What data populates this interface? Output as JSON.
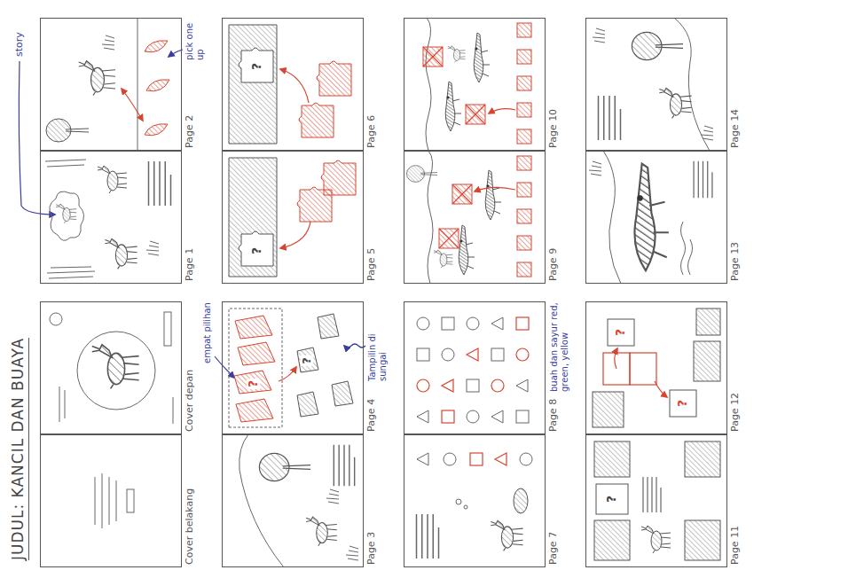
{
  "diagram": {
    "title": "JUDUL: KANCIL DAN BUAYA",
    "nodes": [
      {
        "text": [
          "Cover belakang"
        ]
      },
      {
        "text": [
          "Cover depan"
        ]
      },
      {
        "text": [
          "Page 1"
        ]
      },
      {
        "text": [
          "Page 2"
        ]
      },
      {
        "text": [
          "Page 3"
        ]
      },
      {
        "text": [
          "Page 4"
        ]
      },
      {
        "text": [
          "Page 5"
        ]
      },
      {
        "text": [
          "Page 6"
        ]
      },
      {
        "text": [
          "Page 7"
        ]
      },
      {
        "text": [
          "Page 8"
        ]
      },
      {
        "text": [
          "Page 9"
        ]
      },
      {
        "text": [
          "Page 10"
        ]
      },
      {
        "text": [
          "Page 11"
        ]
      },
      {
        "text": [
          "Page 12"
        ]
      },
      {
        "text": [
          "Page 13"
        ]
      },
      {
        "text": [
          "Page 14"
        ]
      }
    ],
    "labels": [
      "story",
      "pick one up",
      "empat pilihan",
      "Tampilin di sungai",
      "buah dan sayur red, green, yellow",
      "?",
      "?",
      "?",
      "?",
      "?",
      "?",
      "?"
    ]
  }
}
